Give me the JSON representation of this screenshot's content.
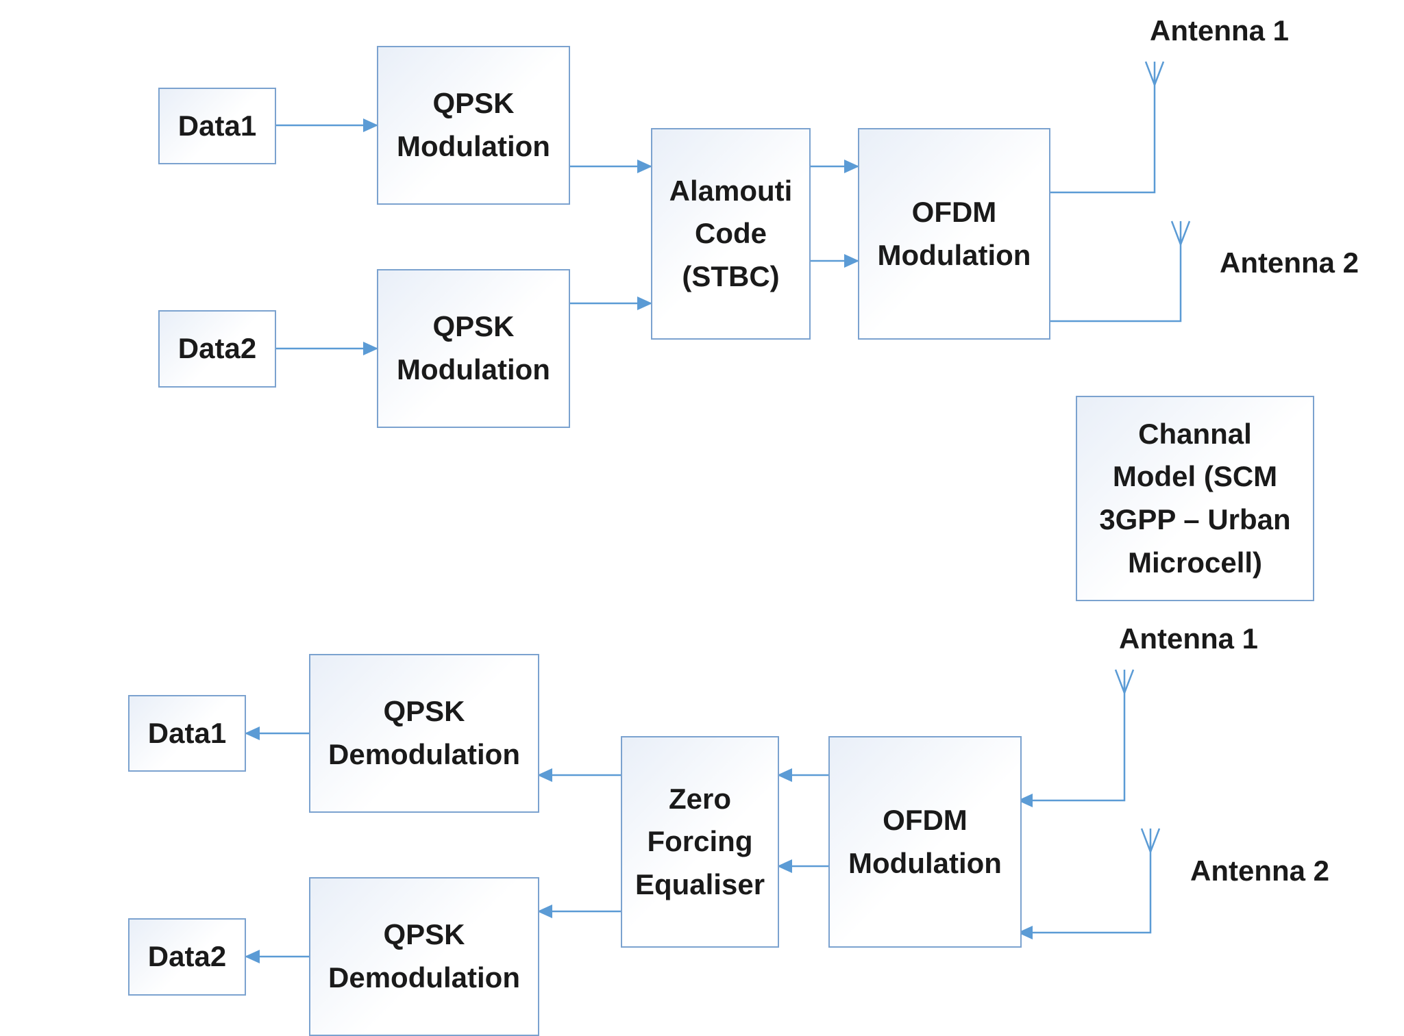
{
  "tx": {
    "data1": "Data1",
    "data2": "Data2",
    "qpsk1": "QPSK\nModulation",
    "qpsk2": "QPSK\nModulation",
    "alamouti": "Alamouti\nCode\n(STBC)",
    "ofdm": "OFDM\nModulation",
    "antenna1": "Antenna 1",
    "antenna2": "Antenna 2"
  },
  "channel": {
    "label": "Channal\nModel (SCM\n3GPP – Urban\nMicrocell)"
  },
  "rx": {
    "data1": "Data1",
    "data2": "Data2",
    "qpsk1": "QPSK\nDemodulation",
    "qpsk2": "QPSK\nDemodulation",
    "zf": "Zero\nForcing\nEqualiser",
    "ofdm": "OFDM\nModulation",
    "antenna1": "Antenna 1",
    "antenna2": "Antenna 2"
  },
  "colors": {
    "line": "#5b9bd5",
    "border": "#7ba2cf"
  }
}
